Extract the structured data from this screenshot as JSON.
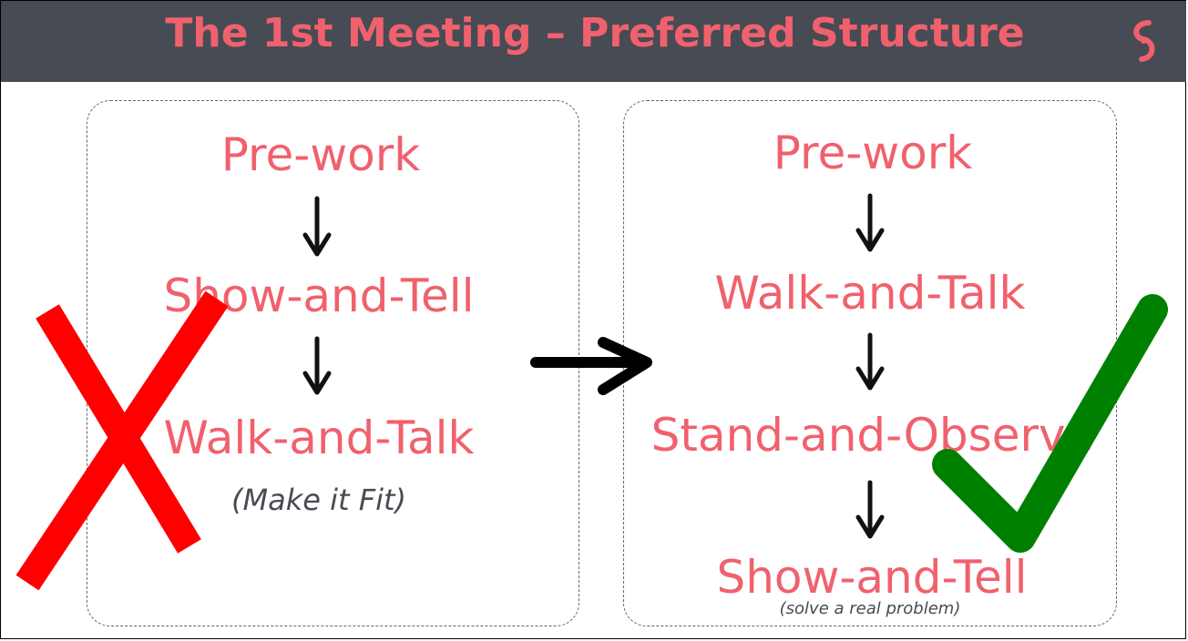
{
  "header": {
    "title": "The 1st Meeting – Preferred Structure"
  },
  "left_panel": {
    "steps": [
      "Pre-work",
      "Show-and-Tell",
      "Walk-and-Talk"
    ],
    "note": "(Make it Fit)"
  },
  "right_panel": {
    "steps": [
      "Pre-work",
      "Walk-and-Talk",
      "Stand-and-Observe",
      "Show-and-Tell"
    ],
    "note": "(solve a real problem)"
  },
  "marks": {
    "left": "cross-mark",
    "right": "check-mark"
  },
  "colors": {
    "header_bg": "#474b54",
    "text_accent": "#f0616d",
    "cross": "#ff0000",
    "check": "#008000"
  }
}
